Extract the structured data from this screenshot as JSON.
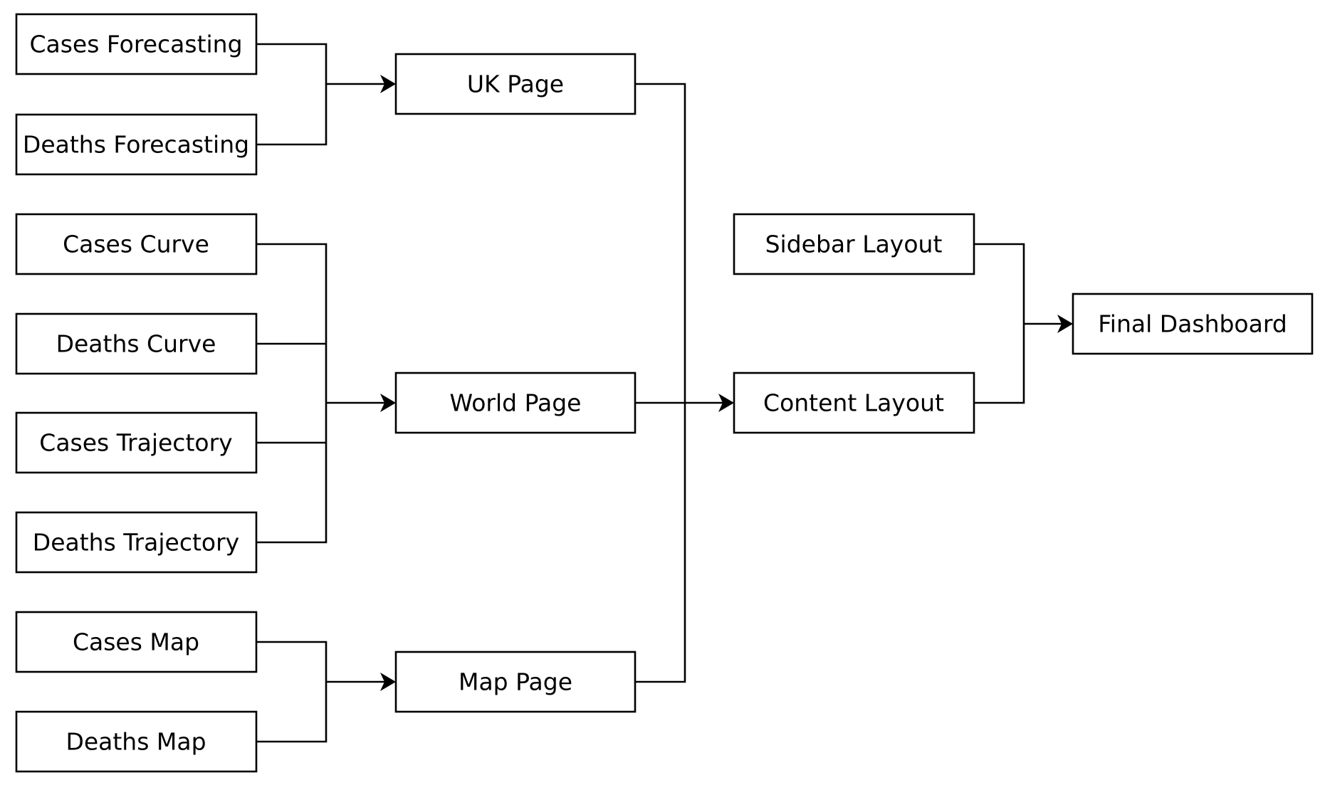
{
  "diagram": {
    "nodes": [
      {
        "id": "cases_forecasting",
        "label": "Cases Forecasting"
      },
      {
        "id": "deaths_forecasting",
        "label": "Deaths Forecasting"
      },
      {
        "id": "cases_curve",
        "label": "Cases Curve"
      },
      {
        "id": "deaths_curve",
        "label": "Deaths Curve"
      },
      {
        "id": "cases_trajectory",
        "label": "Cases Trajectory"
      },
      {
        "id": "deaths_trajectory",
        "label": "Deaths Trajectory"
      },
      {
        "id": "cases_map",
        "label": "Cases Map"
      },
      {
        "id": "deaths_map",
        "label": "Deaths Map"
      },
      {
        "id": "uk_page",
        "label": "UK Page"
      },
      {
        "id": "world_page",
        "label": "World Page"
      },
      {
        "id": "map_page",
        "label": "Map Page"
      },
      {
        "id": "sidebar_layout",
        "label": "Sidebar Layout"
      },
      {
        "id": "content_layout",
        "label": "Content Layout"
      },
      {
        "id": "final_dashboard",
        "label": "Final Dashboard"
      }
    ],
    "edges": [
      {
        "from": "cases_forecasting",
        "to": "uk_page"
      },
      {
        "from": "deaths_forecasting",
        "to": "uk_page"
      },
      {
        "from": "cases_curve",
        "to": "world_page"
      },
      {
        "from": "deaths_curve",
        "to": "world_page"
      },
      {
        "from": "cases_trajectory",
        "to": "world_page"
      },
      {
        "from": "deaths_trajectory",
        "to": "world_page"
      },
      {
        "from": "cases_map",
        "to": "map_page"
      },
      {
        "from": "deaths_map",
        "to": "map_page"
      },
      {
        "from": "uk_page",
        "to": "content_layout"
      },
      {
        "from": "world_page",
        "to": "content_layout"
      },
      {
        "from": "map_page",
        "to": "content_layout"
      },
      {
        "from": "sidebar_layout",
        "to": "final_dashboard"
      },
      {
        "from": "content_layout",
        "to": "final_dashboard"
      }
    ]
  }
}
